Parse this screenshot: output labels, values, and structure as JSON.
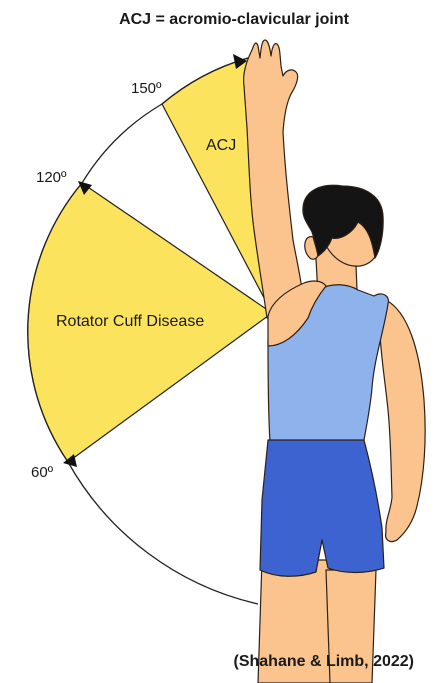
{
  "title": "ACJ = acromio-clavicular joint",
  "angles": {
    "a150": "150º",
    "a120": "120º",
    "a60": "60º"
  },
  "zones": {
    "acj": "ACJ",
    "rotator": "Rotator Cuff Disease"
  },
  "citation": "(Shahane & Limb,  2022)",
  "colors": {
    "arc_fill": "#fce35e",
    "arc_stroke": "#222222",
    "skin": "#fbc48f",
    "skin_outline": "#2d2016",
    "hair": "#141414",
    "vest": "#8eb2ec",
    "shorts": "#3c63d0"
  }
}
